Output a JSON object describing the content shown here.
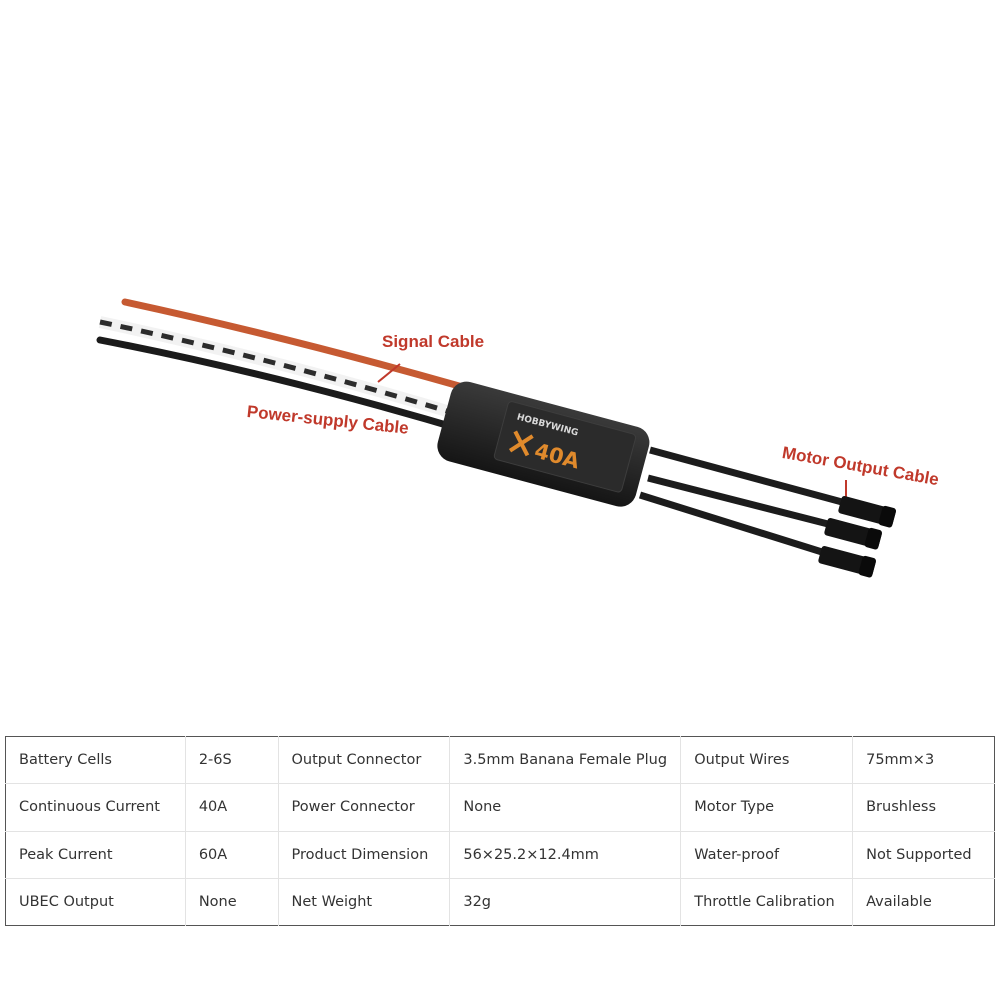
{
  "callouts": {
    "signal": "Signal Cable",
    "power": "Power-supply Cable",
    "motor": "Motor Output Cable"
  },
  "device_label": {
    "brand": "HOBBYWING",
    "rating": "40A"
  },
  "colors": {
    "callout": "#c0392b",
    "signal_wire": "#c65a32",
    "body": "#2a2a2a"
  },
  "specs": [
    [
      "Battery Cells",
      "2-6S",
      "Output Connector",
      "3.5mm Banana Female Plug",
      "Output Wires",
      "75mm×3"
    ],
    [
      "Continuous Current",
      "40A",
      "Power Connector",
      "None",
      "Motor Type",
      "Brushless"
    ],
    [
      "Peak Current",
      "60A",
      "Product Dimension",
      "56×25.2×12.4mm",
      "Water-proof",
      "Not Supported"
    ],
    [
      "UBEC Output",
      "None",
      "Net Weight",
      "32g",
      "Throttle Calibration",
      "Available"
    ]
  ]
}
